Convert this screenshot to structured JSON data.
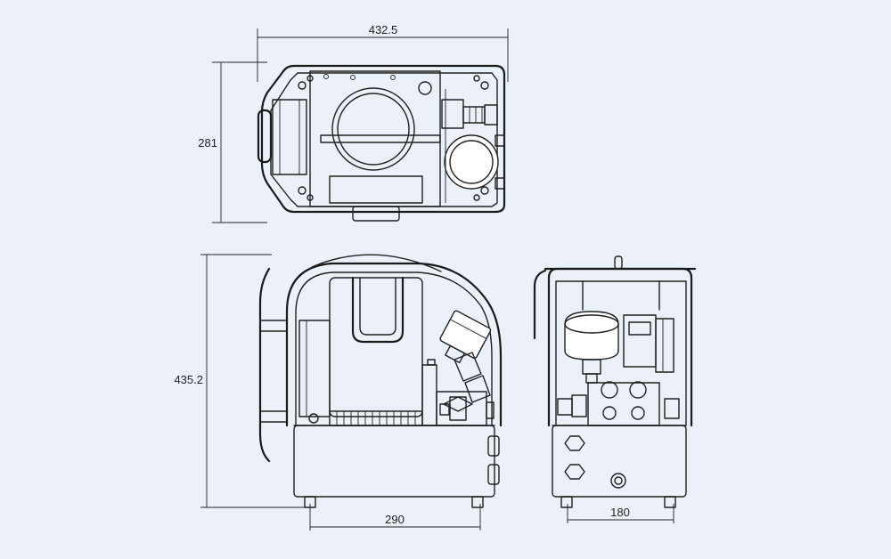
{
  "diagram": {
    "dimensions": {
      "top_width": "432.5",
      "top_depth": "281",
      "height": "435.2",
      "base_length": "290",
      "base_width": "180"
    },
    "colors": {
      "background": "#eaf1f8",
      "line": "#202020"
    }
  }
}
